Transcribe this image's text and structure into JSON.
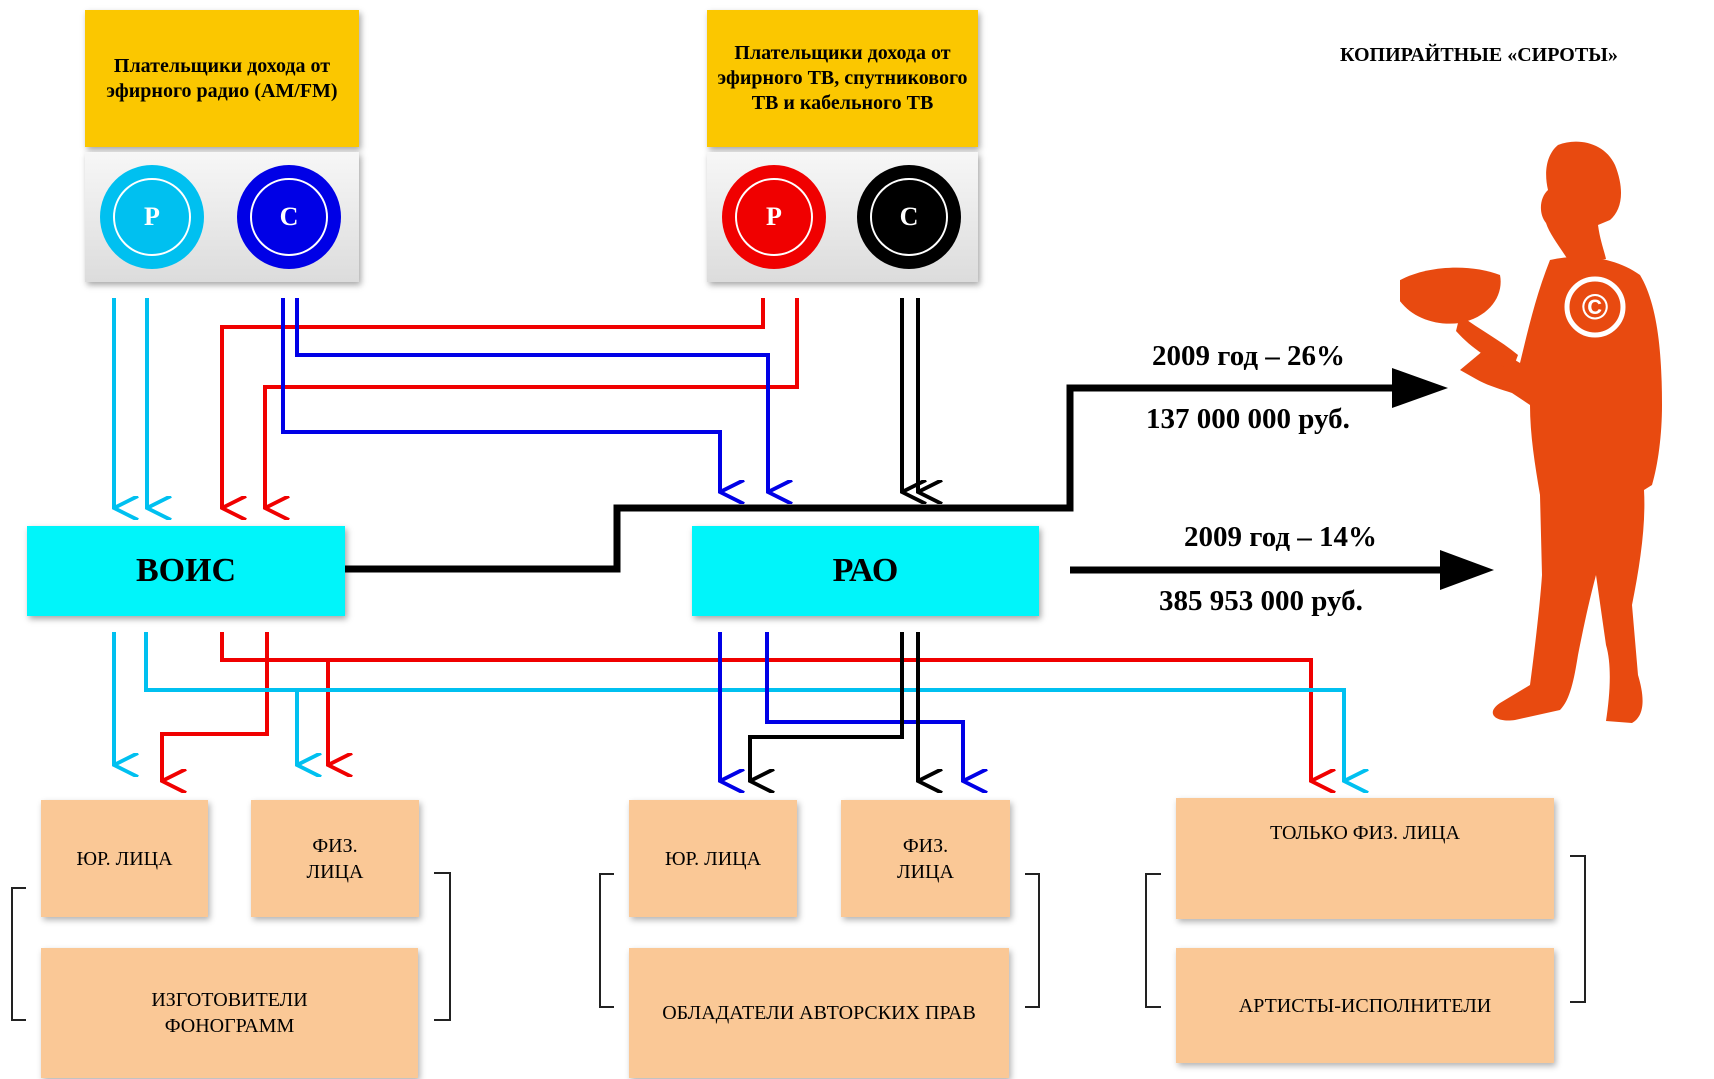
{
  "payers": [
    {
      "title": "Плательщики дохода от эфирного радио (AM/FM)",
      "discs": [
        {
          "letter": "Р",
          "color": "#00c0f0"
        },
        {
          "letter": "С",
          "color": "#0000e6"
        }
      ]
    },
    {
      "title": "Плательщики дохода  от эфирного ТВ, спутникового ТВ и кабельного ТВ",
      "discs": [
        {
          "letter": "Р",
          "color": "#f00000"
        },
        {
          "letter": "С",
          "color": "#000000"
        }
      ]
    }
  ],
  "orgs": {
    "vois": "ВОИС",
    "rao": "РАО"
  },
  "orphans": {
    "title": "КОПИРАЙТНЫЕ «СИРОТЫ»",
    "symbol": "©",
    "figure_color": "#e84a10"
  },
  "stats": [
    {
      "year_line": "2009 год – 26%",
      "amount_line": "137 000 000 руб."
    },
    {
      "year_line": "2009 год – 14%",
      "amount_line": "385 953 000 руб."
    }
  ],
  "receivers": {
    "yur": "ЮР. ЛИЦА",
    "fiz": "ФИЗ. ЛИЦА",
    "phonogram_makers": "ИЗГОТОВИТЕЛИ ФОНОГРАММ",
    "rights_holders": "ОБЛАДАТЕЛИ АВТОРСКИХ ПРАВ",
    "only_individuals": "ТОЛЬКО ФИЗ. ЛИЦА",
    "performers": "АРТИСТЫ-ИСПОЛНИТЕЛИ"
  },
  "colors": {
    "radio_related": "#00c0f0",
    "radio_author": "#0000e6",
    "tv_related": "#f00000",
    "tv_author": "#000000",
    "org_fill": "#00f5fa",
    "payer_fill": "#fbc700",
    "receiver_fill": "#fac896"
  }
}
